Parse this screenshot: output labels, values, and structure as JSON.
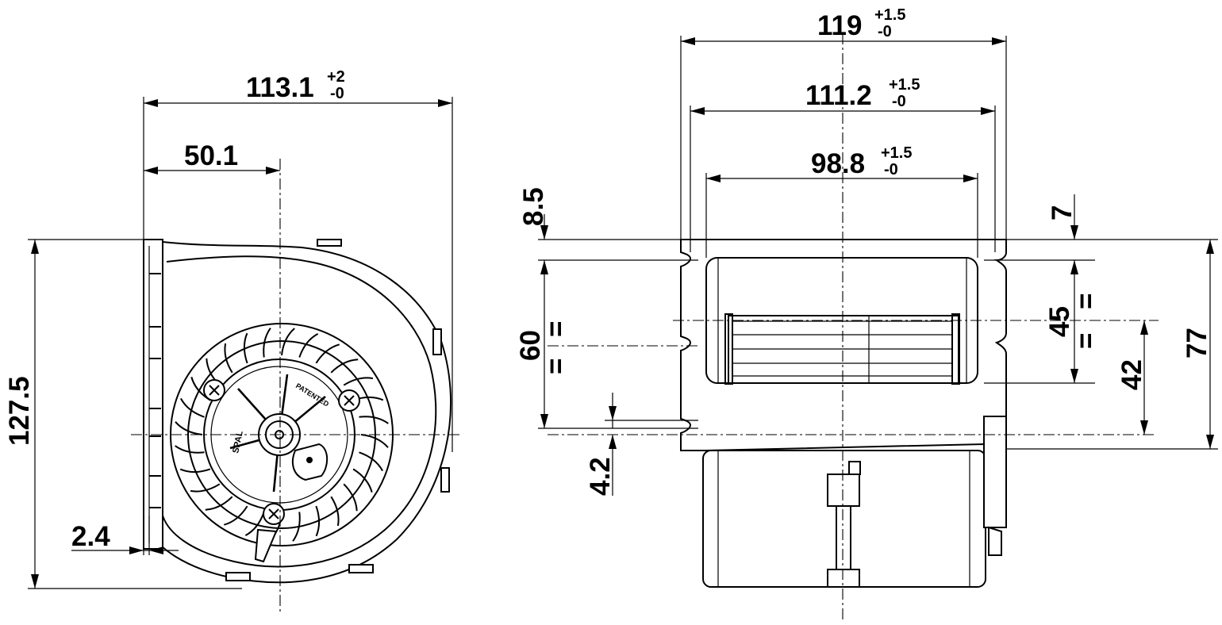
{
  "front_view": {
    "overall_width": {
      "value": "113.1",
      "tol_upper": "+2",
      "tol_lower": "-0"
    },
    "axis_offset": {
      "value": "50.1"
    },
    "height": {
      "value": "127.5"
    },
    "flange_thickness": {
      "value": "2.4"
    },
    "motor_labels": {
      "brand": "SPAL",
      "patented": "PATENTED"
    }
  },
  "side_view": {
    "overall_width": {
      "value": "119",
      "tol_upper": "+1.5",
      "tol_lower": "-0"
    },
    "flange_width": {
      "value": "111.2",
      "tol_upper": "+1.5",
      "tol_lower": "-0"
    },
    "housing_width": {
      "value": "98.8",
      "tol_upper": "+1.5",
      "tol_lower": "-0"
    },
    "top_offset_left": {
      "value": "8.5"
    },
    "top_offset_right": {
      "value": "7"
    },
    "slot_spacing": {
      "value": "60",
      "equal_mark": "="
    },
    "outlet_height": {
      "value": "45",
      "equal_mark": "="
    },
    "axis_height": {
      "value": "42"
    },
    "flange_height": {
      "value": "77"
    },
    "slot_offset": {
      "value": "4.2"
    }
  }
}
